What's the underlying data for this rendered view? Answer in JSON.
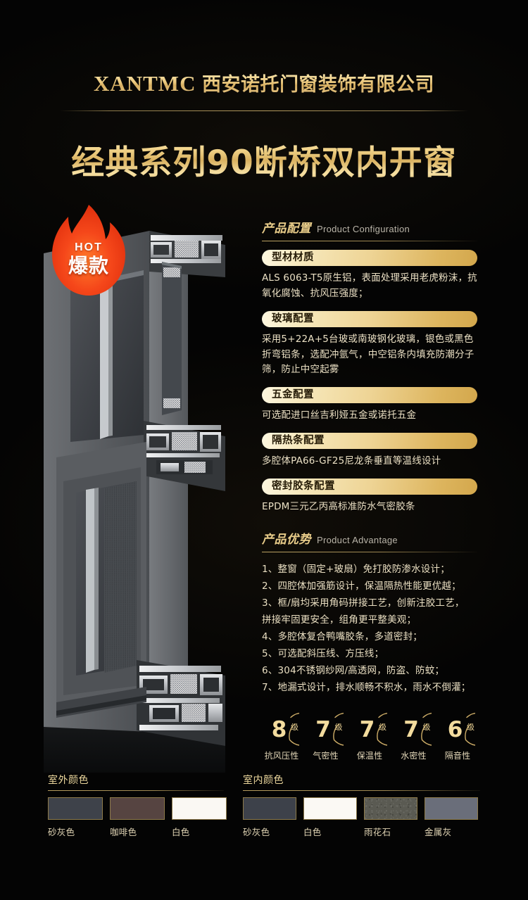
{
  "header": {
    "brand_en": "XANTMC",
    "brand_cn": "西安诺托门窗装饰有限公司",
    "main_title": "经典系列90断桥双内开窗"
  },
  "badge": {
    "en": "HOT",
    "cn": "爆款"
  },
  "configuration": {
    "heading_cn": "产品配置",
    "heading_en": "Product Configuration",
    "items": [
      {
        "label": "型材材质",
        "body": "ALS 6063-T5原生铝，表面处理采用老虎粉沫，抗氧化腐蚀、抗风压强度；"
      },
      {
        "label": "玻璃配置",
        "body": "采用5+22A+5台玻或南玻钢化玻璃，银色或黑色折弯铝条，选配冲氩气，中空铝条内填充防潮分子筛，防止中空起雾"
      },
      {
        "label": "五金配置",
        "body": "可选配进口丝吉利娅五金或诺托五金"
      },
      {
        "label": "隔热条配置",
        "body": "多腔体PA66-GF25尼龙条垂直等温线设计"
      },
      {
        "label": "密封胶条配置",
        "body": "EPDM三元乙丙高标准防水气密胶条"
      }
    ]
  },
  "advantage": {
    "heading_cn": "产品优势",
    "heading_en": "Product Advantage",
    "items": [
      "1、整窗（固定+玻扇）免打胶防渗水设计；",
      "2、四腔体加强筋设计，保温隔热性能更优越；",
      "3、框/扇均采用角码拼接工艺，创新注胶工艺，\n      拼接牢固更安全，组角更平整美观；",
      "4、多腔体复合鸭嘴胶条，多道密封；",
      "5、可选配斜压线、方压线；",
      "6、304不锈钢纱网/高透网，防盗、防蚊；",
      "7、地漏式设计，排水顺畅不积水，雨水不倒灌；"
    ]
  },
  "ratings": {
    "unit": "级",
    "items": [
      {
        "grade": "8",
        "label": "抗风压性"
      },
      {
        "grade": "7",
        "label": "气密性"
      },
      {
        "grade": "7",
        "label": "保温性"
      },
      {
        "grade": "7",
        "label": "水密性"
      },
      {
        "grade": "6",
        "label": "隔音性"
      }
    ]
  },
  "colors": {
    "outdoor": {
      "title": "室外颜色",
      "swatches": [
        {
          "name": "砂灰色",
          "hex": "#3e424a"
        },
        {
          "name": "咖啡色",
          "hex": "#564441"
        },
        {
          "name": "白色",
          "hex": "#faf8f3"
        }
      ]
    },
    "indoor": {
      "title": "室内颜色",
      "swatches": [
        {
          "name": "砂灰色",
          "hex": "#3d414a"
        },
        {
          "name": "白色",
          "hex": "#fbf9f4"
        },
        {
          "name": "雨花石",
          "hex": "#5a5a52"
        },
        {
          "name": "金属灰",
          "hex": "#6a6e7a"
        }
      ]
    }
  },
  "theme": {
    "gold": "#e9cd8a",
    "gold_deep": "#d3a74c",
    "background": "#040404",
    "flame": "#f4411c",
    "text": "#eadfc2"
  }
}
